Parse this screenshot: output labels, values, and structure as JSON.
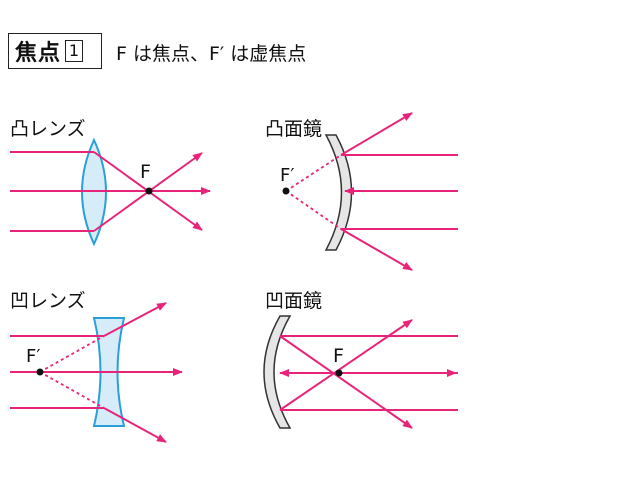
{
  "header": {
    "title": "焦点",
    "number": "1",
    "subtitle": "F は焦点、F′ は虚焦点"
  },
  "panels": {
    "convex_lens": {
      "label": "凸レンズ",
      "focus": "F"
    },
    "convex_mirror": {
      "label": "凸面鏡",
      "focus": "F′"
    },
    "concave_lens": {
      "label": "凹レンズ",
      "focus": "F′"
    },
    "concave_mirror": {
      "label": "凹面鏡",
      "focus": "F"
    }
  },
  "colors": {
    "ray": "#e8247a",
    "lens_fill": "#d6ecf8",
    "lens_stroke": "#2a9fd8",
    "mirror_fill": "#e6e6e6",
    "mirror_stroke": "#333333",
    "text": "#111111"
  }
}
